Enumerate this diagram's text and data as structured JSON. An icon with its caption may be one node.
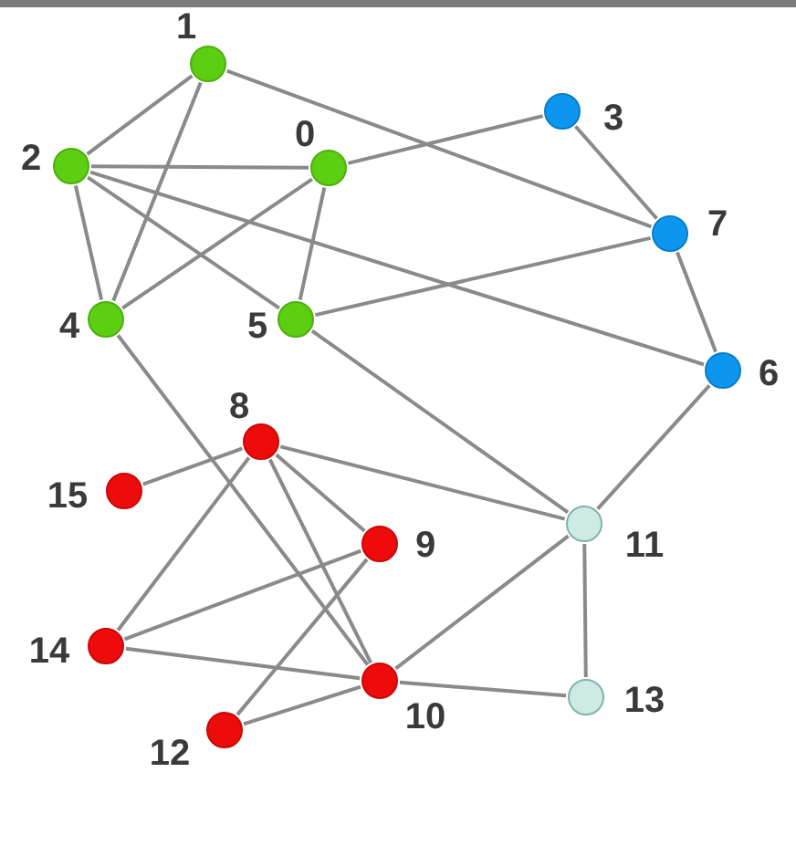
{
  "diagram": {
    "nodes": [
      {
        "text": [
          "0"
        ]
      },
      {
        "text": [
          "1"
        ]
      },
      {
        "text": [
          "2"
        ]
      },
      {
        "text": [
          "3"
        ]
      },
      {
        "text": [
          "4"
        ]
      },
      {
        "text": [
          "5"
        ]
      },
      {
        "text": [
          "6"
        ]
      },
      {
        "text": [
          "7"
        ]
      },
      {
        "text": [
          "8"
        ]
      },
      {
        "text": [
          "9"
        ]
      },
      {
        "text": [
          "10"
        ]
      },
      {
        "text": [
          "11"
        ]
      },
      {
        "text": [
          "12"
        ]
      },
      {
        "text": [
          "13"
        ]
      },
      {
        "text": [
          "14"
        ]
      },
      {
        "text": [
          "15"
        ]
      }
    ],
    "edges": [
      {
        "from": 1,
        "to": 2,
        "arrow": "none"
      },
      {
        "from": 1,
        "to": 4,
        "arrow": "none"
      },
      {
        "from": 1,
        "to": 7,
        "arrow": "none"
      },
      {
        "from": 2,
        "to": 0,
        "arrow": "none"
      },
      {
        "from": 2,
        "to": 4,
        "arrow": "none"
      },
      {
        "from": 2,
        "to": 5,
        "arrow": "none"
      },
      {
        "from": 2,
        "to": 6,
        "arrow": "none"
      },
      {
        "from": 0,
        "to": 3,
        "arrow": "none"
      },
      {
        "from": 0,
        "to": 4,
        "arrow": "none"
      },
      {
        "from": 0,
        "to": 5,
        "arrow": "none"
      },
      {
        "from": 3,
        "to": 7,
        "arrow": "none"
      },
      {
        "from": 7,
        "to": 5,
        "arrow": "none"
      },
      {
        "from": 7,
        "to": 6,
        "arrow": "none"
      },
      {
        "from": 5,
        "to": 11,
        "arrow": "none"
      },
      {
        "from": 6,
        "to": 11,
        "arrow": "none"
      },
      {
        "from": 4,
        "to": 10,
        "arrow": "none"
      },
      {
        "from": 8,
        "to": 15,
        "arrow": "none"
      },
      {
        "from": 8,
        "to": 14,
        "arrow": "none"
      },
      {
        "from": 8,
        "to": 9,
        "arrow": "none"
      },
      {
        "from": 8,
        "to": 10,
        "arrow": "none"
      },
      {
        "from": 8,
        "to": 11,
        "arrow": "none"
      },
      {
        "from": 9,
        "to": 14,
        "arrow": "none"
      },
      {
        "from": 9,
        "to": 12,
        "arrow": "none"
      },
      {
        "from": 14,
        "to": 10,
        "arrow": "none"
      },
      {
        "from": 12,
        "to": 10,
        "arrow": "none"
      },
      {
        "from": 10,
        "to": 11,
        "arrow": "none"
      },
      {
        "from": 10,
        "to": 13,
        "arrow": "none"
      },
      {
        "from": 11,
        "to": 13,
        "arrow": "none"
      }
    ]
  }
}
